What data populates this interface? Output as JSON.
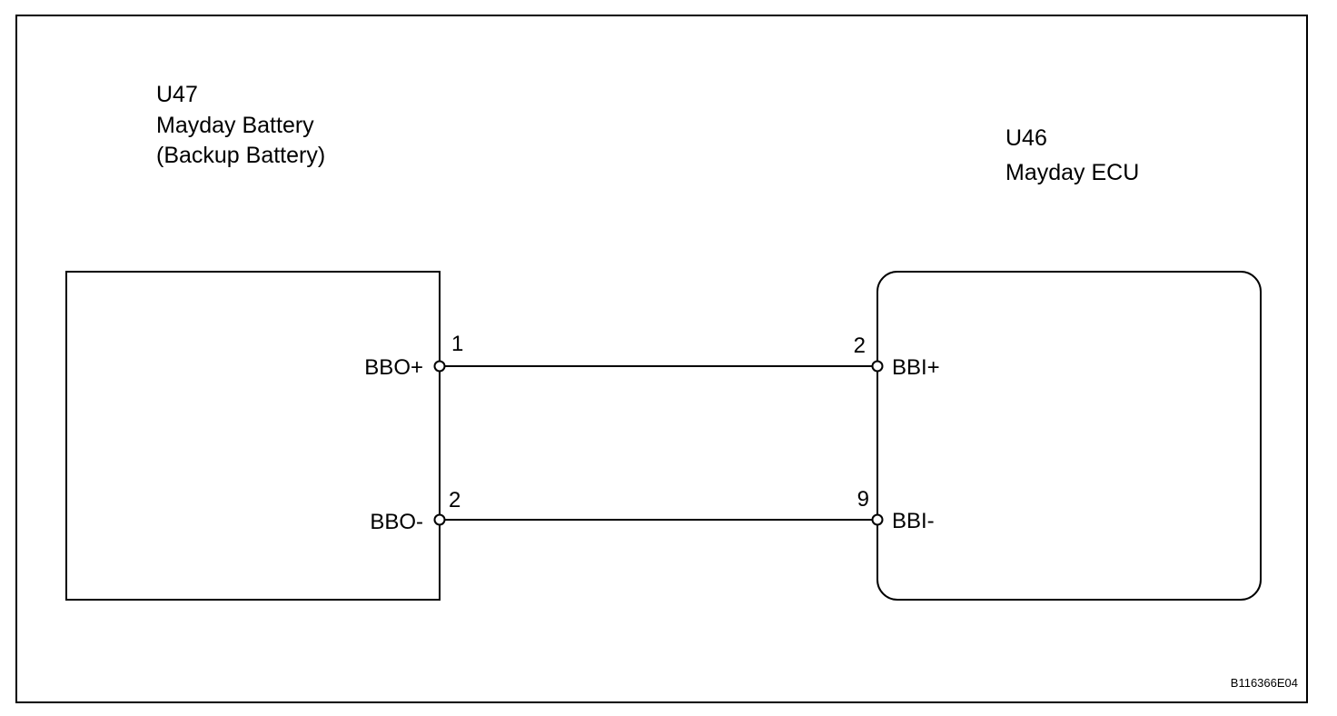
{
  "diagram_id": "B116366E04",
  "components": {
    "battery": {
      "code": "U47",
      "name": "Mayday Battery",
      "subname": "(Backup Battery)",
      "terminals": [
        {
          "pin": "1",
          "label": "BBO+"
        },
        {
          "pin": "2",
          "label": "BBO-"
        }
      ]
    },
    "ecu": {
      "code": "U46",
      "name": "Mayday ECU",
      "terminals": [
        {
          "pin": "2",
          "label": "BBI+"
        },
        {
          "pin": "9",
          "label": "BBI-"
        }
      ]
    }
  },
  "connections": [
    {
      "from": "BBO+",
      "to": "BBI+"
    },
    {
      "from": "BBO-",
      "to": "BBI-"
    }
  ]
}
